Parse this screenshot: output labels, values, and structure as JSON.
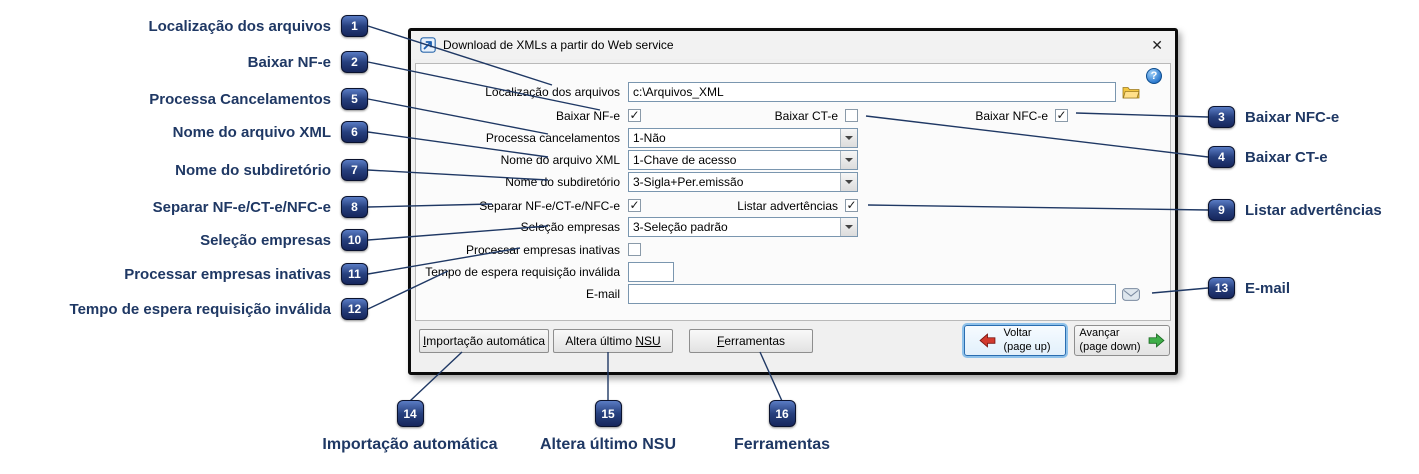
{
  "colors": {
    "annotation_navy": "#1f3864",
    "badge_gradient_top": "#5a7cc4",
    "badge_gradient_bottom": "#16265c",
    "focus_blue": "#2a6db0",
    "arrow_red": "#d23a2e",
    "arrow_green": "#3fae49",
    "folder_yellow": "#f3c63f"
  },
  "annotations": {
    "left": [
      {
        "num": "1",
        "label": "Localização dos arquivos"
      },
      {
        "num": "2",
        "label": "Baixar NF-e"
      },
      {
        "num": "5",
        "label": "Processa Cancelamentos"
      },
      {
        "num": "6",
        "label": "Nome do arquivo XML"
      },
      {
        "num": "7",
        "label": "Nome do subdiretório"
      },
      {
        "num": "8",
        "label": "Separar NF-e/CT-e/NFC-e"
      },
      {
        "num": "10",
        "label": "Seleção empresas"
      },
      {
        "num": "11",
        "label": "Processar empresas inativas"
      },
      {
        "num": "12",
        "label": "Tempo de espera requisição inválida"
      }
    ],
    "right": [
      {
        "num": "3",
        "label": "Baixar NFC-e"
      },
      {
        "num": "4",
        "label": "Baixar CT-e"
      },
      {
        "num": "9",
        "label": "Listar advertências"
      },
      {
        "num": "13",
        "label": "E-mail"
      }
    ],
    "bottom": [
      {
        "num": "14",
        "label": "Importação automática"
      },
      {
        "num": "15",
        "label": "Altera último NSU"
      },
      {
        "num": "16",
        "label": "Ferramentas"
      }
    ]
  },
  "dialog": {
    "title": "Download de XMLs a partir do Web service",
    "close_glyph": "✕",
    "help_glyph": "?",
    "fields": {
      "localizacao": {
        "label": "Localização dos arquivos",
        "value": "c:\\Arquivos_XML"
      },
      "baixar_nfe": {
        "label": "Baixar NF-e",
        "checked": true
      },
      "baixar_cte": {
        "label": "Baixar CT-e",
        "checked": false
      },
      "baixar_nfce": {
        "label": "Baixar NFC-e",
        "checked": true
      },
      "processa_cancelamentos": {
        "label": "Processa cancelamentos",
        "value": "1-Não"
      },
      "nome_arquivo_xml": {
        "label": "Nome do arquivo XML",
        "value": "1-Chave de acesso"
      },
      "nome_subdiretorio": {
        "label": "Nome do subdiretório",
        "value": "3-Sigla+Per.emissão"
      },
      "separar": {
        "label": "Separar NF-e/CT-e/NFC-e",
        "checked": true
      },
      "listar_advertencias": {
        "label": "Listar advertências",
        "checked": true
      },
      "selecao_empresas": {
        "label": "Seleção empresas",
        "value": "3-Seleção padrão"
      },
      "processar_inativas": {
        "label": "Processar empresas inativas",
        "checked": false
      },
      "tempo_espera": {
        "label": "Tempo de espera requisição inválida",
        "value": ""
      },
      "email": {
        "label": "E-mail",
        "value": ""
      }
    },
    "buttons": {
      "importacao": {
        "pre": "",
        "accel": "I",
        "post": "mportação automática"
      },
      "altera_nsu": {
        "pre": "Altera último ",
        "accel": "NSU",
        "post": ""
      },
      "ferramentas": {
        "pre": "",
        "accel": "F",
        "post": "erramentas"
      },
      "voltar": {
        "line1": "Voltar",
        "line2": "(page up)"
      },
      "avancar": {
        "line1": "Avançar",
        "line2": "(page down)"
      }
    }
  }
}
